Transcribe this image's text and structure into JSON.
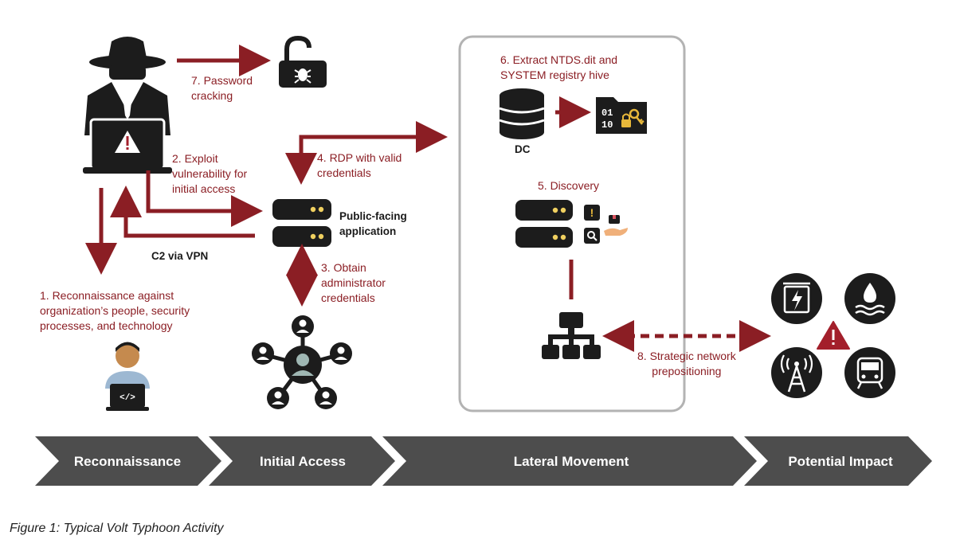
{
  "steps": {
    "password_cracking": "7. Password\ncracking",
    "exploit": "2. Exploit\nvulnerability for\ninitial access",
    "rdp": "4. RDP with valid\ncredentials",
    "extract": "6. Extract NTDS.dit and\nSYSTEM registry hive",
    "discovery": "5. Discovery",
    "obtain_admin": "3. Obtain\nadministrator\ncredentials",
    "recon": "1. Reconnaissance against\norganization’s people, security\nprocesses, and technology",
    "strategic": "8. Strategic network\nprepositioning"
  },
  "labels": {
    "public_facing": "Public-facing\napplication",
    "c2": "C2 via VPN",
    "dc": "DC",
    "binary_top": "01",
    "binary_bottom": "10"
  },
  "phases": [
    "Reconnaissance",
    "Initial Access",
    "Lateral Movement",
    "Potential Impact"
  ],
  "caption": "Figure 1: Typical Volt Typhoon Activity",
  "colors": {
    "arrow": "#8b1e24",
    "icon": "#1c1c1c",
    "phase_bar": "#4d4d4d",
    "box_border": "#b3b3b3",
    "alert": "#a31f2b",
    "server_led": "#f0d060"
  },
  "icons": [
    "hacker-icon",
    "unlocked-bug-padlock-icon",
    "server-stack-icon",
    "network-users-icon",
    "developer-icon",
    "database-icon",
    "encrypted-folder-icon",
    "discovery-server-icon",
    "network-topology-icon",
    "power-plant-icon",
    "water-icon",
    "radio-tower-icon",
    "train-icon",
    "alert-triangle-icon"
  ]
}
